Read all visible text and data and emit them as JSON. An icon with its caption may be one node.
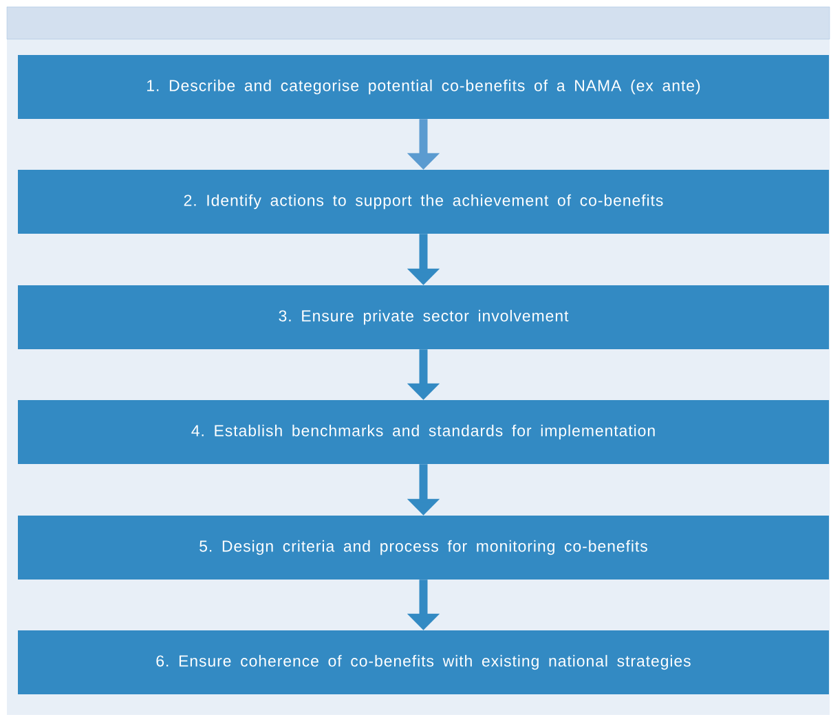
{
  "diagram": {
    "nodes": [
      {
        "text": [
          "1. Describe and categorise potential co-benefits of a NAMA (ex ante)"
        ]
      },
      {
        "text": [
          "2. Identify actions to support the achievement of co-benefits"
        ]
      },
      {
        "text": [
          "3. Ensure private sector involvement"
        ]
      },
      {
        "text": [
          "4. Establish benchmarks and standards for implementation"
        ]
      },
      {
        "text": [
          "5. Design criteria and process for monitoring co-benefits"
        ]
      },
      {
        "text": [
          "6. Ensure coherence of co-benefits with existing national strategies"
        ]
      }
    ],
    "edges": [
      {
        "from": 0,
        "to": 1,
        "arrow": "to",
        "color": "#5b9bd0"
      },
      {
        "from": 1,
        "to": 2,
        "arrow": "to"
      },
      {
        "from": 2,
        "to": 3,
        "arrow": "to"
      },
      {
        "from": 3,
        "to": 4,
        "arrow": "to"
      },
      {
        "from": 4,
        "to": 5,
        "arrow": "to"
      }
    ]
  }
}
